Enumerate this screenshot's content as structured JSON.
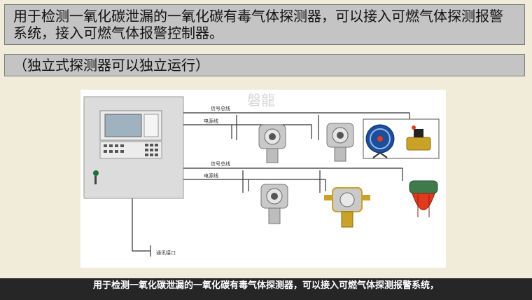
{
  "title": "用于检测一氧化碳泄漏的一氧化碳有毒气体探测器，可以接入可燃气体探测报警系统，接入可燃气体报警控制器。",
  "subtitle": "（独立式探测器可以独立运行）",
  "diagram": {
    "watermark": "磐龍",
    "labels": {
      "signal_bus_1": "信号总线",
      "power_line_1": "电源线",
      "signal_bus_2": "信号总线",
      "power_line_2": "电源线",
      "comm_port": "通讯接口"
    }
  },
  "caption": "用于检测一氧化碳泄漏的一氧化碳有毒气体探测器，可以接入可燃气体探测报警系统，",
  "colors": {
    "background": "#f1ecd9",
    "title_box": "#c4c4c4",
    "caption_bar": "#262626",
    "alarm_red": "#e23a1e",
    "fan_blue": "#1b4f9b"
  }
}
